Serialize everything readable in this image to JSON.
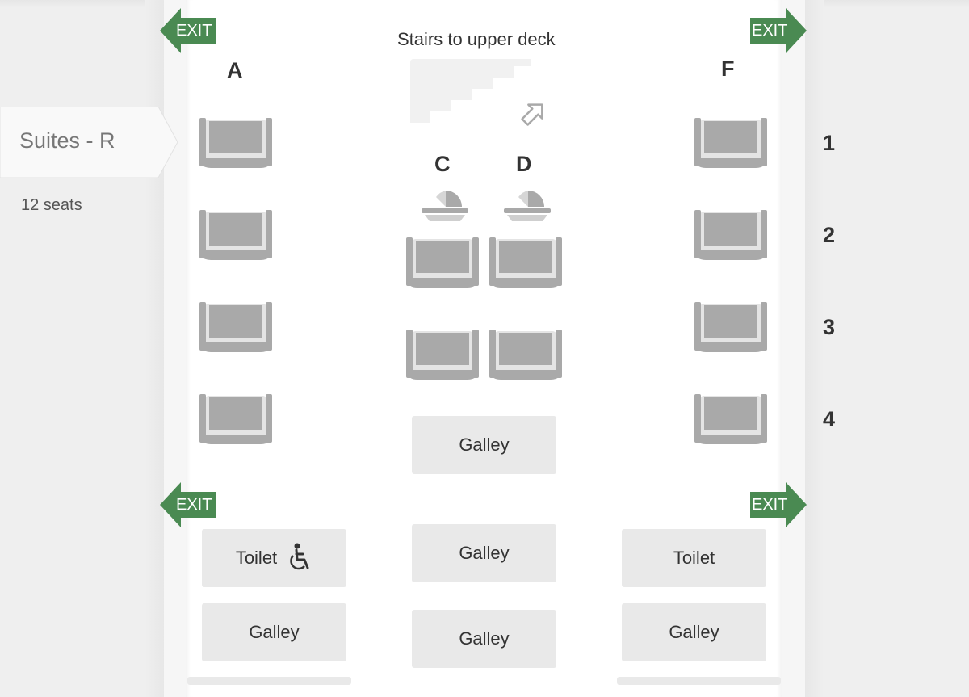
{
  "cabin": {
    "class_name": "Suites - R",
    "seat_count": "12 seats",
    "stairs_label": "Stairs to upper deck",
    "exit_label": "EXIT",
    "columns": {
      "A": "A",
      "C": "C",
      "D": "D",
      "F": "F"
    },
    "rows": [
      "1",
      "2",
      "3",
      "4"
    ],
    "facilities": {
      "galley_center_1": "Galley",
      "galley_center_2": "Galley",
      "galley_center_3": "Galley",
      "toilet_left": "Toilet",
      "galley_left": "Galley",
      "toilet_right": "Toilet",
      "galley_right": "Galley"
    }
  },
  "colors": {
    "exit_green": "#4a8a52",
    "seat_gray": "#a9a9a9",
    "seat_light": "#e4e4e4",
    "facility_bg": "#e9e9e9"
  }
}
